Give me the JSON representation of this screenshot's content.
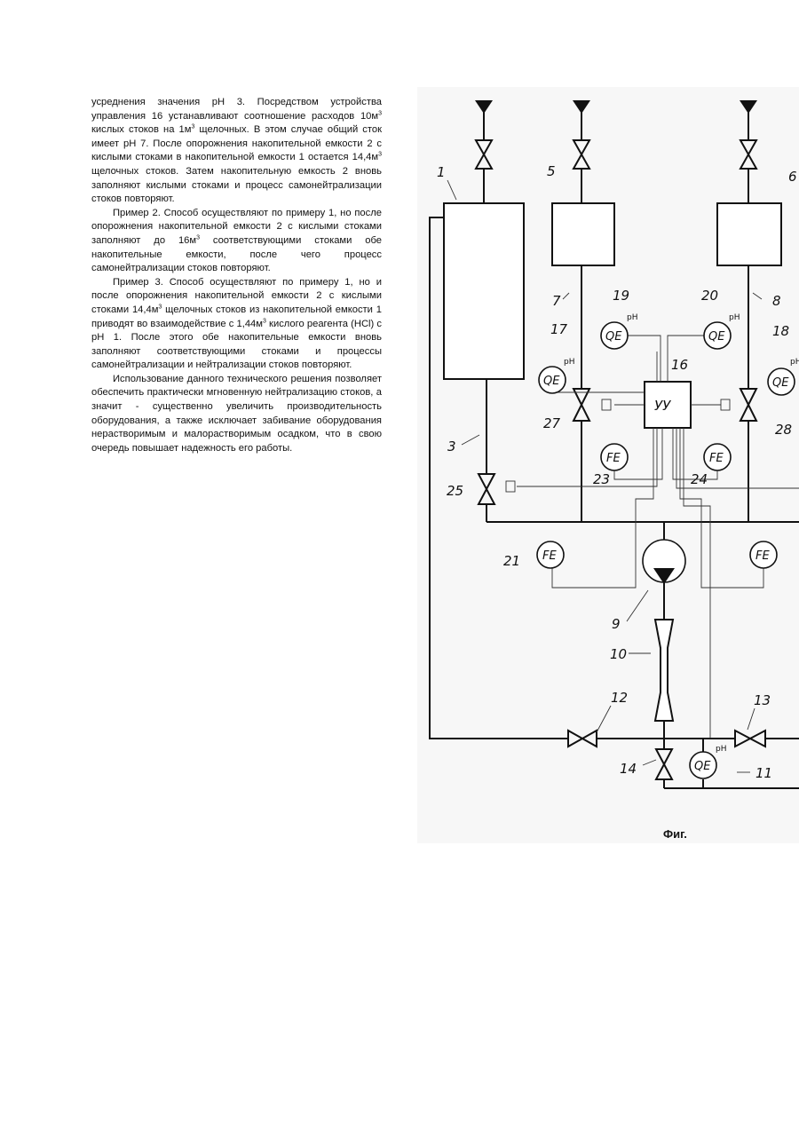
{
  "text": {
    "p1_a": "усреднения значения рН 3. Посредством устройства управления 16 устанавливают соотношение расходов 10м",
    "p1_b": " кислых стоков на 1м",
    "p1_c": " щелочных. В этом случае общий сток имеет рН 7. После опорожнения накопительной емкости 2 с кислыми стоками в накопительной емкости 1 остается 14,4м",
    "p1_d": " щелочных стоков. Затем накопительную емкость 2 вновь заполняют кислыми стоками и процесс самонейтрализации стоков повторяют.",
    "p2_a": "Пример 2. Способ осуществляют по примеру 1, но после опорожнения накопительной емкости 2 с кислыми стоками заполняют до 16м",
    "p2_b": " соответствующими стоками обе накопительные емкости, после чего процесс самонейтрализации стоков повторяют.",
    "p3_a": "Пример 3. Способ осуществляют по примеру 1, но и после опорожнения накопительной емкости 2 с кислыми стоками 14,4м",
    "p3_b": " щелочных стоков из накопительной емкости 1 приводят во взаимодействие с 1,44м",
    "p3_c": " кислого реагента (HCl) с рН 1. После этого обе накопительные емкости вновь заполняют соответствующими стоками и процессы самонейтрализации и нейтрализации стоков повторяют.",
    "p4": "Использование данного технического решения позволяет обеспечить практически мгновенную нейтрализацию стоков, а значит - существенно увеличить производительность оборудования, а также исключает забивание оборудования нерастворимым и малорастворимым осадком, что в свою очередь повышает надежность его работы.",
    "sup3": "3"
  },
  "figure": {
    "caption": "Фиг.",
    "labels": {
      "n1": "1",
      "n3": "3",
      "n5": "5",
      "n6": "6",
      "n7": "7",
      "n8": "8",
      "n9": "9",
      "n10": "10",
      "n11": "11",
      "n12": "12",
      "n13": "13",
      "n14": "14",
      "n16": "16",
      "n17": "17",
      "n18": "18",
      "n19": "19",
      "n20": "20",
      "n21": "21",
      "n23": "23",
      "n24": "24",
      "n25": "25",
      "n27": "27",
      "n28": "28"
    },
    "symbols": {
      "qe": "QE",
      "fe": "FE",
      "ph": "pH",
      "control_unit": "УУ"
    }
  }
}
